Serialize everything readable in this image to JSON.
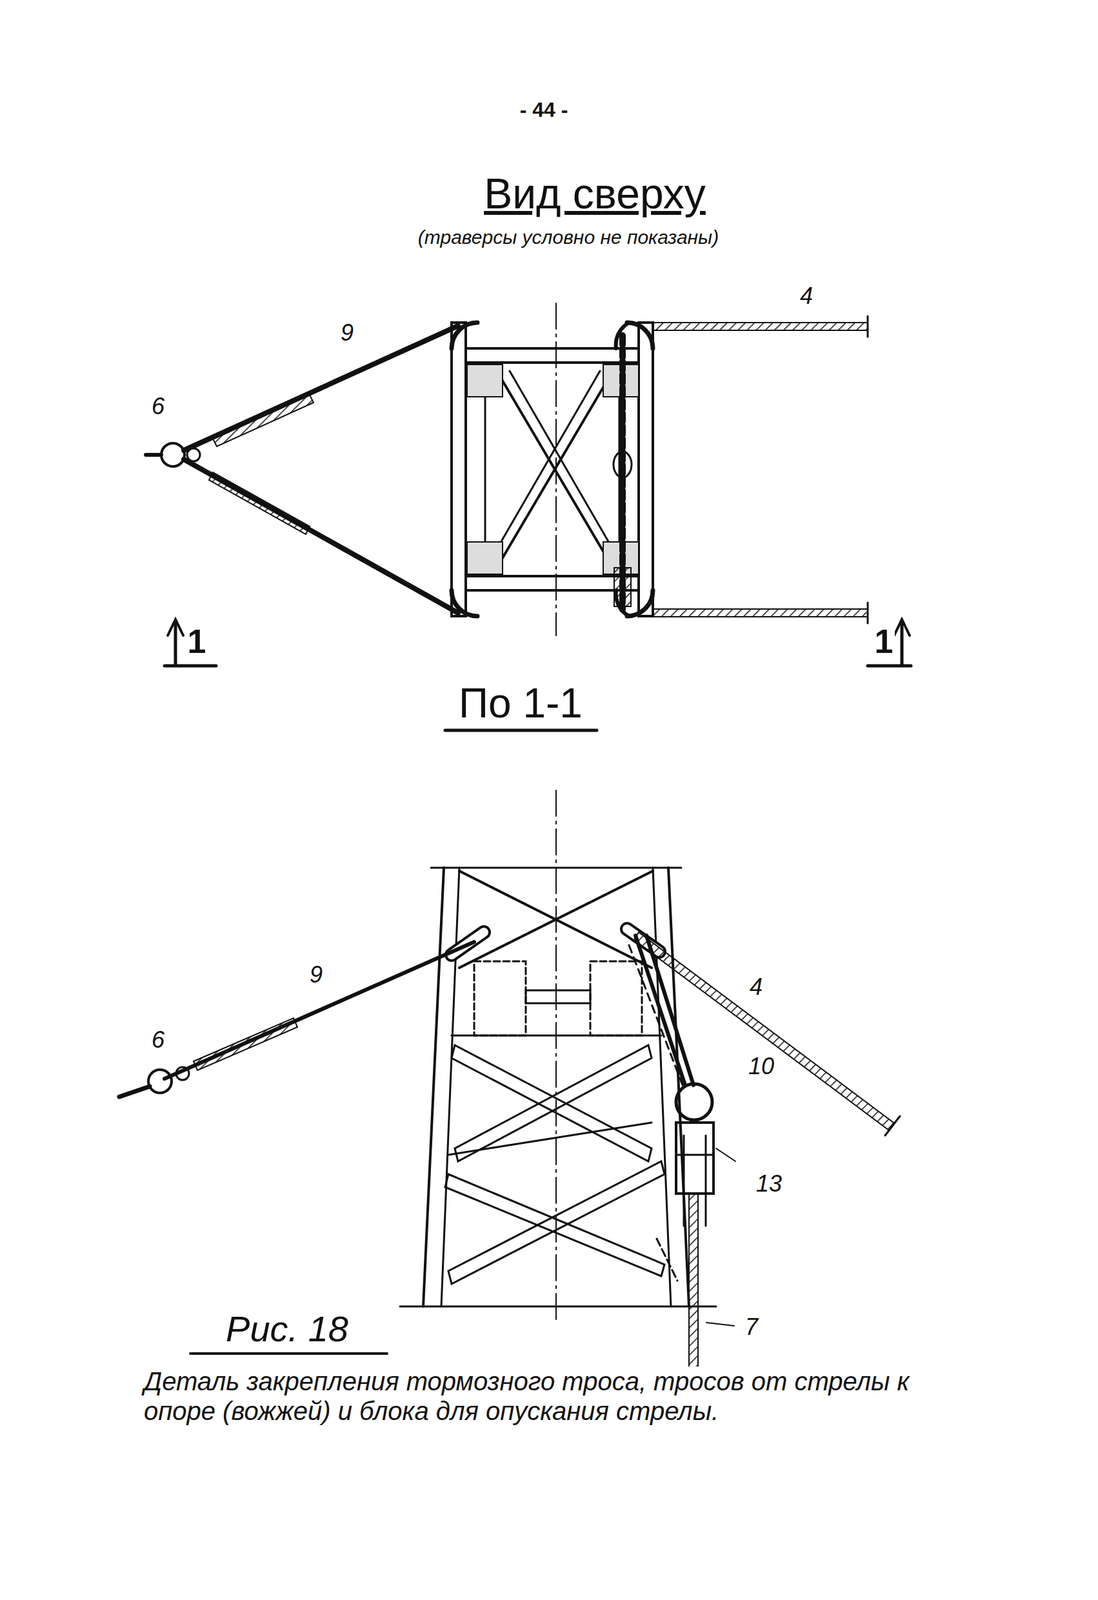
{
  "diagram": {
    "title": "Вид сверху",
    "caption": "Деталь закрепления тормозного троса, тросов от стрелы к опоре (вожжей) и блока для опускания стрелы.",
    "labels": [
      "- 44 -",
      "(траверсы условно не показаны)",
      "9",
      "6",
      "4",
      "1",
      "1",
      "По 1-1",
      "9",
      "6",
      "4",
      "10",
      "13",
      "7",
      "Рис. 18"
    ]
  }
}
